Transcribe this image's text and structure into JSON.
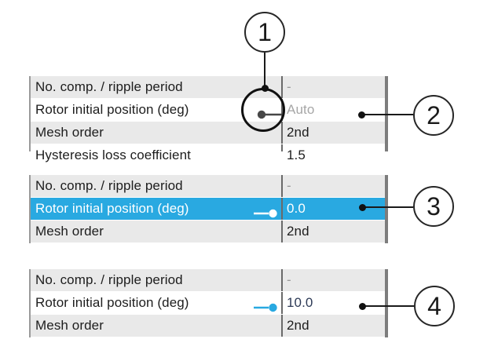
{
  "colors": {
    "highlight_blue": "#29a9e1",
    "row_gray": "#e9e9e9",
    "auto_value_gray": "#a6a6a6",
    "modified_value_dark": "#2d3a56"
  },
  "callouts": [
    {
      "number": "1"
    },
    {
      "number": "2"
    },
    {
      "number": "3"
    },
    {
      "number": "4"
    }
  ],
  "tables": [
    {
      "state": "auto",
      "rows": [
        {
          "label": "No. comp. / ripple period",
          "value": "-"
        },
        {
          "label": "Rotor initial position (deg)",
          "value": "Auto"
        },
        {
          "label": "Mesh order",
          "value": "2nd"
        }
      ],
      "partial_row": {
        "label": "Hysteresis loss coefficient",
        "value": "1.5"
      }
    },
    {
      "state": "manual-selected",
      "rows": [
        {
          "label": "No. comp. / ripple period",
          "value": "-"
        },
        {
          "label": "Rotor initial position (deg)",
          "value": "0.0"
        },
        {
          "label": "Mesh order",
          "value": "2nd"
        }
      ]
    },
    {
      "state": "manual-edited",
      "rows": [
        {
          "label": "No. comp. / ripple period",
          "value": "-"
        },
        {
          "label": "Rotor initial position (deg)",
          "value": "10.0"
        },
        {
          "label": "Mesh order",
          "value": "2nd"
        }
      ]
    }
  ]
}
